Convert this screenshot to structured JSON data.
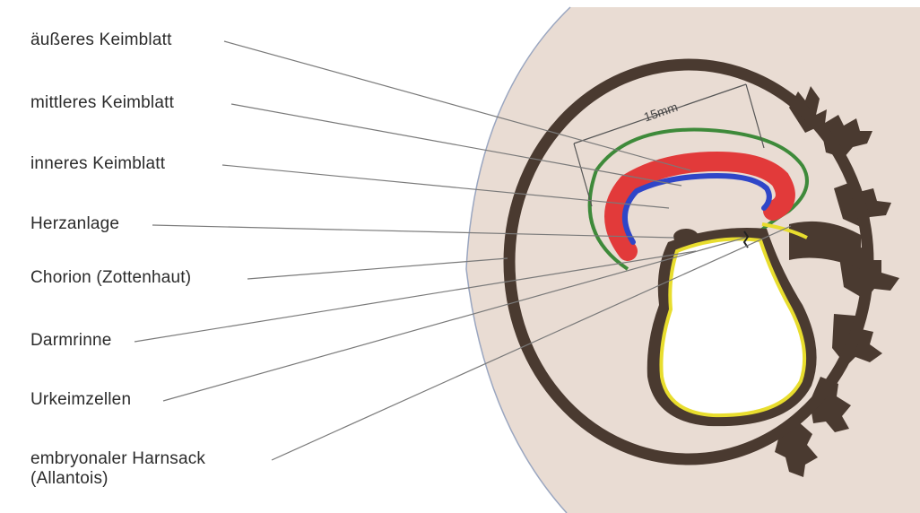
{
  "labels": [
    {
      "text": "äußeres Keimblatt"
    },
    {
      "text": "mittleres Keimblatt"
    },
    {
      "text": "inneres Keimblatt"
    },
    {
      "text": "Herzanlage"
    },
    {
      "text": "Chorion (Zottenhaut)"
    },
    {
      "text": "Darmrinne"
    },
    {
      "text": "Urkeimzellen"
    },
    {
      "text": "embryonaler Harnsack\n(Allantois)"
    }
  ],
  "measurement": "15mm",
  "colors": {
    "uterus": "#e9dcd3",
    "chorion": "#4a3a30",
    "outer_layer": "#3e8a3a",
    "ectoderm": "#e23a3a",
    "mesoderm": "#2f46c8",
    "endoderm": "#e8dd2e",
    "leader": "#7a7a7a"
  }
}
